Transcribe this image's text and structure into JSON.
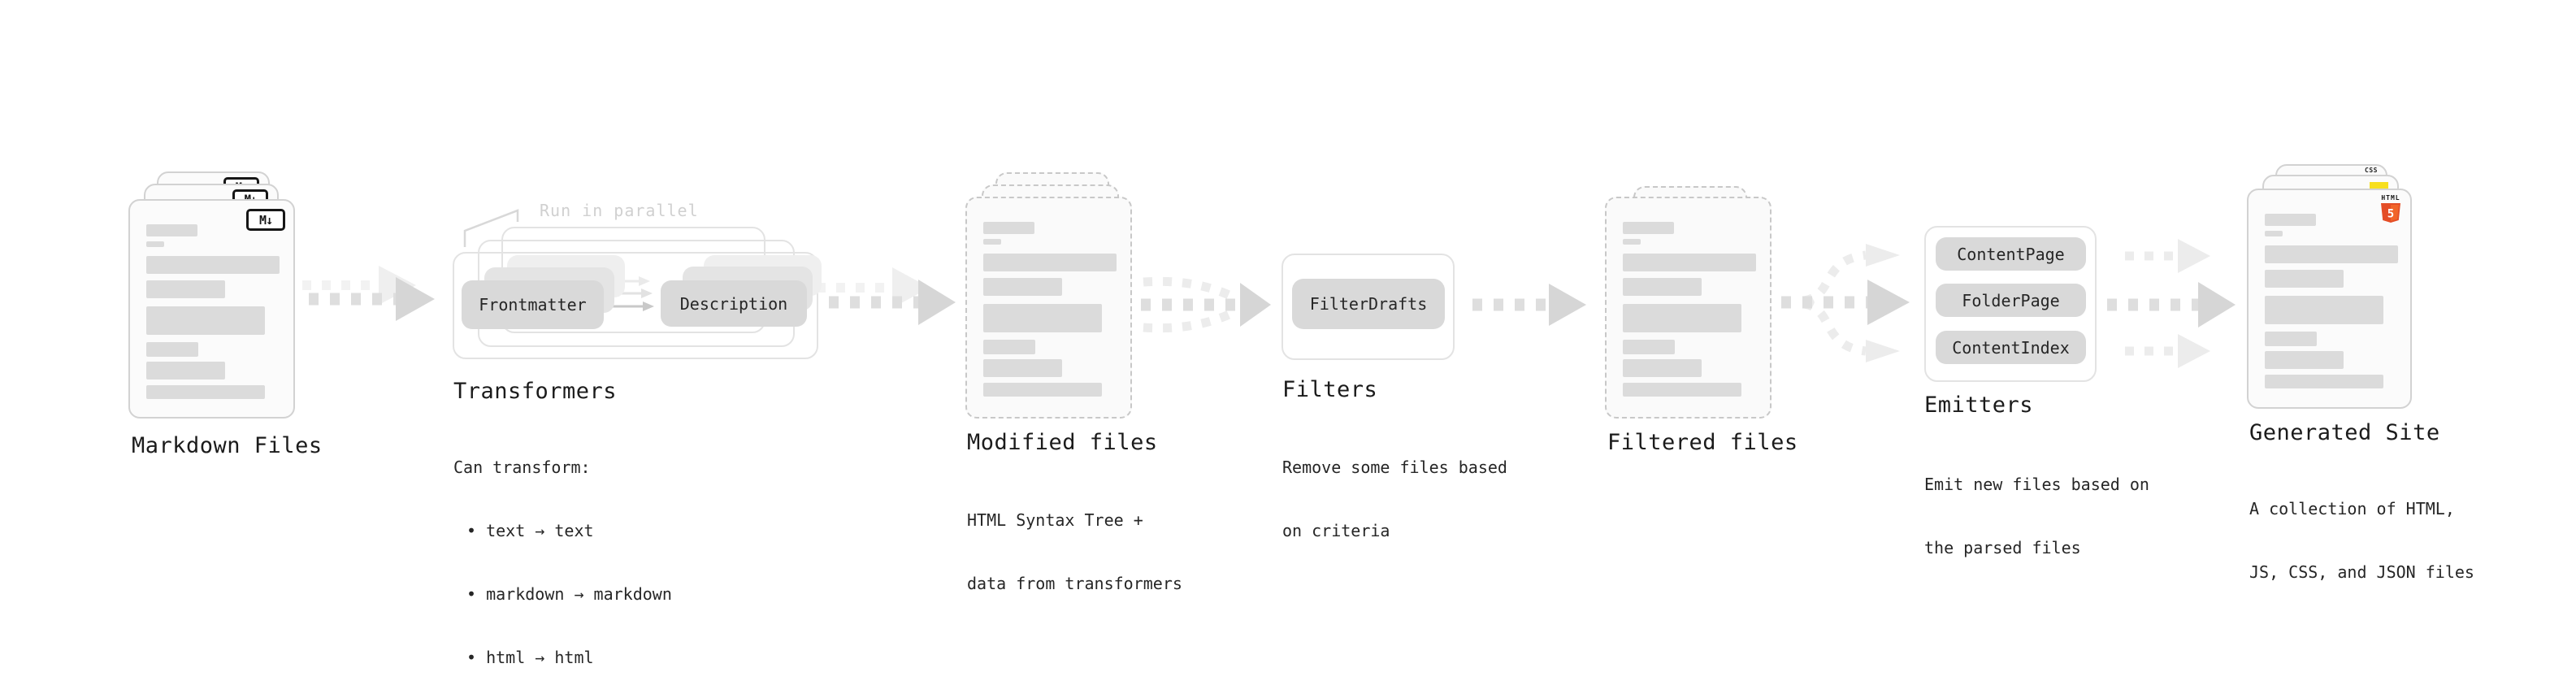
{
  "page": {
    "background": "#ffffff"
  },
  "icons": {
    "markdown_badge": "M↓",
    "css_badge": "CSS",
    "html5_label": "HTML",
    "html5_number": "5"
  },
  "callout": {
    "text": "Run in parallel"
  },
  "stages": {
    "markdown": {
      "title": "Markdown Files"
    },
    "transformers": {
      "title": "Transformers",
      "buttons": {
        "frontmatter": "Frontmatter",
        "description": "Description"
      },
      "notes": [
        "Can transform:",
        "• text → text",
        "• markdown → markdown",
        "• html → html"
      ]
    },
    "modified": {
      "title": "Modified files",
      "notes": [
        "HTML Syntax Tree +",
        "data from transformers"
      ]
    },
    "filters": {
      "title": "Filters",
      "buttons": {
        "filter_drafts": "FilterDrafts"
      },
      "notes": [
        "Remove some files based",
        "on criteria"
      ]
    },
    "filtered": {
      "title": "Filtered files"
    },
    "emitters": {
      "title": "Emitters",
      "buttons": {
        "content_page": "ContentPage",
        "folder_page": "FolderPage",
        "content_index": "ContentIndex"
      },
      "notes": [
        "Emit new files based on",
        "the parsed files"
      ]
    },
    "generated": {
      "title": "Generated Site",
      "notes": [
        "A collection of HTML,",
        "JS, CSS, and JSON files"
      ]
    }
  },
  "colors": {
    "html5_orange": "#E44D26",
    "html5_orange_light": "#F16529",
    "js_yellow": "#F7DF1E",
    "css_blue": "#2D53E5",
    "arrow_gray": "#dedede",
    "arrow_head_gray": "#d6d6d6",
    "arrow_light": "#eeeeee",
    "text_dark": "#1c1c1c"
  },
  "doc_bars": [
    [
      63,
      15,
      0
    ],
    [
      22,
      7,
      6
    ],
    [
      164,
      22,
      11
    ],
    [
      97,
      22,
      8
    ],
    [
      146,
      35,
      10
    ],
    [
      64,
      18,
      9
    ],
    [
      97,
      22,
      6
    ],
    [
      146,
      17,
      7
    ]
  ]
}
